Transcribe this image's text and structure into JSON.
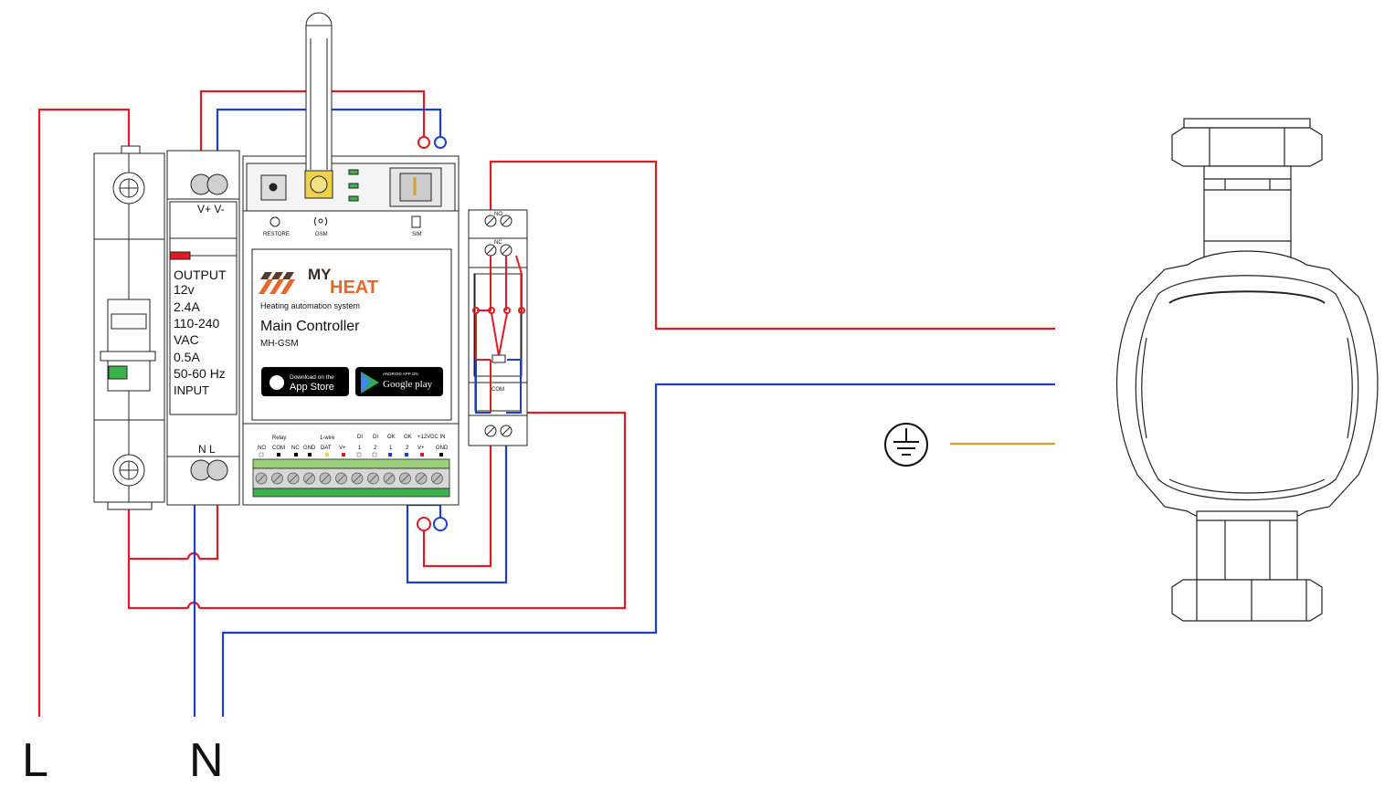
{
  "labels": {
    "line": "L",
    "neutral": "N"
  },
  "psu": {
    "output_terminals": "V+ V-",
    "output_title": "OUTPUT",
    "output_voltage": "12v",
    "output_current": "2.4A",
    "input_voltage_range": "110-240",
    "input_voltage_unit": "VAC",
    "input_current": "0.5A",
    "input_frequency": "50-60 Hz",
    "input_title": "INPUT",
    "input_terminals": "N  L"
  },
  "controller": {
    "brand_my": "MY",
    "brand_heat": "HEAT",
    "tagline": "Heating automation system",
    "title": "Main Controller",
    "model": "MH-GSM",
    "top_labels": {
      "restore": "RESTORE",
      "gsm": "GSM",
      "sim": "SIM"
    },
    "appstore_small": "Download on the",
    "appstore_big": "App Store",
    "gplay_small": "ANDROID APP ON",
    "gplay_big": "Google play",
    "groups": {
      "relay": "Relay",
      "onewire": "1-wire"
    },
    "di1": "DI",
    "di1_num": "1",
    "di2": "DI",
    "di2_num": "2",
    "ok1": "OK",
    "ok1_num": "1",
    "ok2": "OK",
    "ok2_num": "2",
    "power": "+12VDC IN",
    "pins": [
      "NO",
      "COM",
      "NC",
      "GND",
      "DAT",
      "V+",
      "V+",
      "GND"
    ]
  },
  "relay_module": {
    "no": "NO",
    "nc": "NC",
    "com": "COM"
  },
  "colors": {
    "live": "#e01b24",
    "neutral": "#1c3fd1",
    "earth": "#d4a12a",
    "brand_orange": "#e8662a"
  }
}
